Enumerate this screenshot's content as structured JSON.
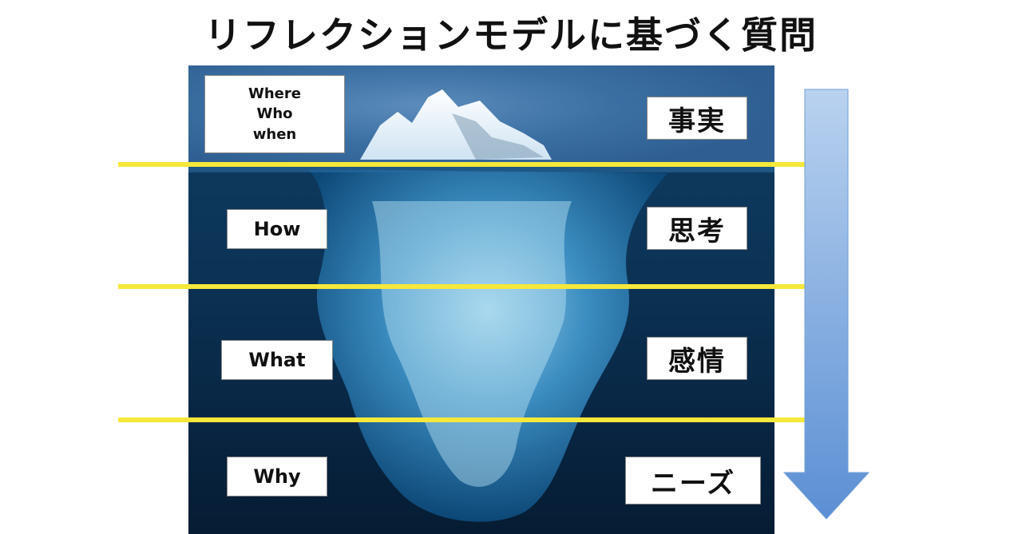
{
  "title": "リフレクションモデルに基づく質問",
  "layers": [
    {
      "question": [
        "Where",
        "Who",
        "when"
      ],
      "category": "事実"
    },
    {
      "question": [
        "How"
      ],
      "category": "思考"
    },
    {
      "question": [
        "What"
      ],
      "category": "感情"
    },
    {
      "question": [
        "Why"
      ],
      "category": "ニーズ"
    }
  ],
  "colors": {
    "divider": "#f5e83a",
    "arrow": "#6f9fd8",
    "water": "#0c3457",
    "ice": "#9fd6ef"
  },
  "icons": [
    "iceberg-illustration",
    "down-arrow-icon"
  ]
}
